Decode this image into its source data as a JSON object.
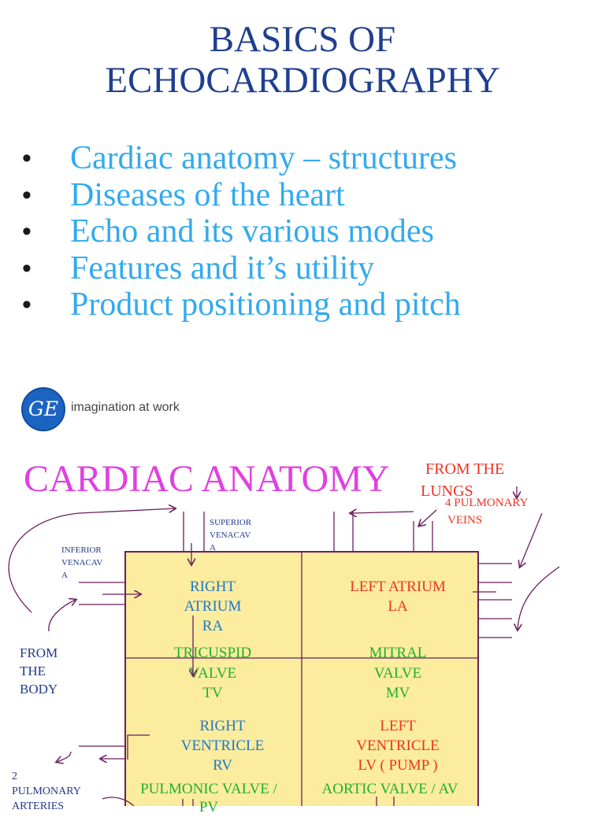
{
  "slide1": {
    "title_line1": "BASICS OF",
    "title_line2": "ECHOCARDIOGRAPHY",
    "bullets": [
      "Cardiac anatomy – structures",
      "Diseases of the heart",
      "Echo and its various modes",
      "Features and it’s utility",
      "Product positioning and pitch"
    ],
    "bullet_symbol": "•",
    "logo_mark": "GE",
    "tagline": "imagination at work"
  },
  "slide2": {
    "title": "CARDIAC ANATOMY",
    "from_lungs": "FROM THE",
    "lungs": "LUNGS",
    "pulmonary_veins_1": "4 PULMONARY",
    "pulmonary_veins_2": "VEINS",
    "svc_1": "SUPERIOR",
    "svc_2": "VENACAV",
    "svc_3": "A",
    "ivc_1": "INFERIOR",
    "ivc_2": "VENACAV",
    "ivc_3": "A",
    "from_body_1": "FROM",
    "from_body_2": "THE",
    "from_body_3": "BODY",
    "pa_1": "2",
    "pa_2": "PULMONARY",
    "pa_3": "ARTERIES",
    "ra_1": "RIGHT",
    "ra_2": "ATRIUM",
    "ra_3": "RA",
    "la_1": "LEFT ATRIUM",
    "la_2": "LA",
    "tv_1": "TRICUSPID",
    "tv_2": "VALVE",
    "tv_3": "TV",
    "mv_1": "MITRAL",
    "mv_2": "VALVE",
    "mv_3": "MV",
    "rv_1": "RIGHT",
    "rv_2": "VENTRICLE",
    "rv_3": "RV",
    "lv_1": "LEFT",
    "lv_2": "VENTRICLE",
    "lv_3": "LV  ( PUMP )",
    "pv_1": "PULMONIC VALVE /",
    "pv_2": "PV",
    "av_1": "AORTIC VALVE /  AV"
  }
}
